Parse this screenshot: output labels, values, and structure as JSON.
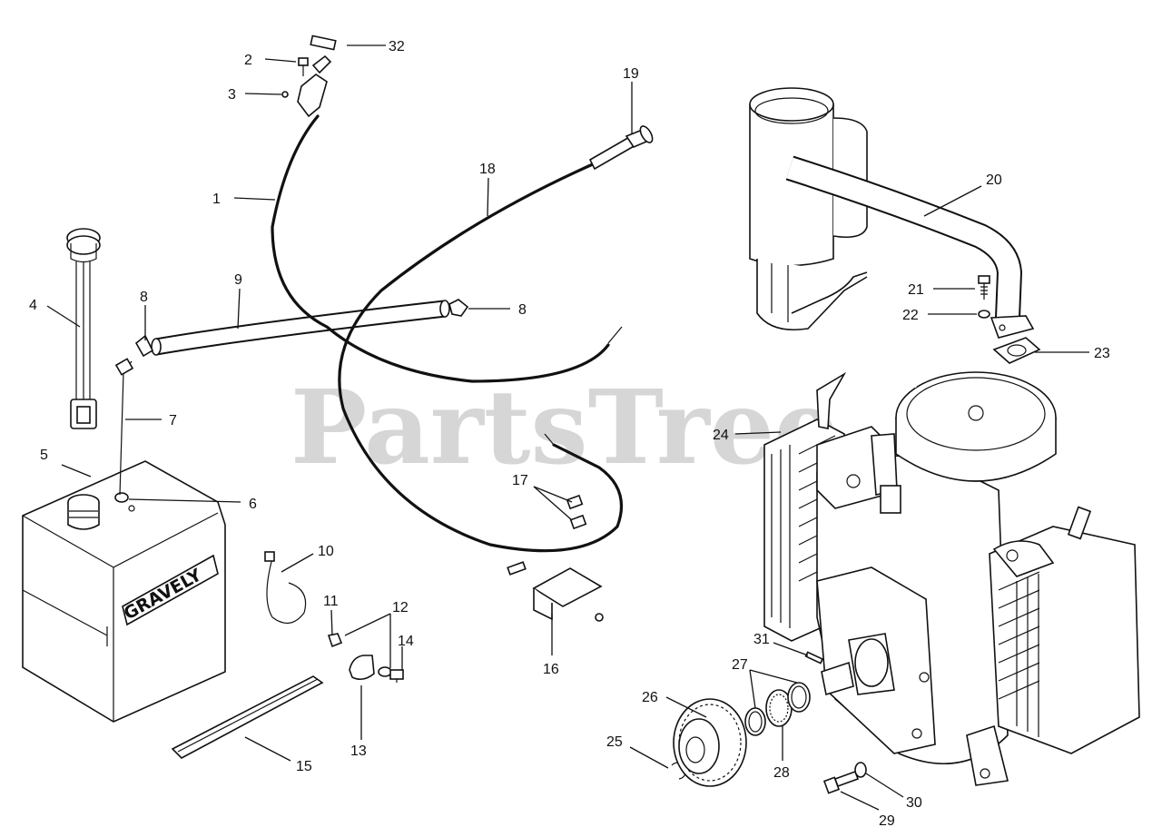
{
  "watermark": "PartsTree",
  "tank_logo": "GRAVELY",
  "callouts": [
    {
      "id": "c1",
      "text": "1"
    },
    {
      "id": "c2",
      "text": "2"
    },
    {
      "id": "c3",
      "text": "3"
    },
    {
      "id": "c4",
      "text": "4"
    },
    {
      "id": "c5",
      "text": "5"
    },
    {
      "id": "c6",
      "text": "6"
    },
    {
      "id": "c7",
      "text": "7"
    },
    {
      "id": "c8a",
      "text": "8"
    },
    {
      "id": "c8b",
      "text": "8"
    },
    {
      "id": "c9",
      "text": "9"
    },
    {
      "id": "c10",
      "text": "10"
    },
    {
      "id": "c11",
      "text": "11"
    },
    {
      "id": "c12",
      "text": "12"
    },
    {
      "id": "c13",
      "text": "13"
    },
    {
      "id": "c14",
      "text": "14"
    },
    {
      "id": "c15",
      "text": "15"
    },
    {
      "id": "c16",
      "text": "16"
    },
    {
      "id": "c17",
      "text": "17"
    },
    {
      "id": "c18",
      "text": "18"
    },
    {
      "id": "c19",
      "text": "19"
    },
    {
      "id": "c20",
      "text": "20"
    },
    {
      "id": "c21",
      "text": "21"
    },
    {
      "id": "c22",
      "text": "22"
    },
    {
      "id": "c23",
      "text": "23"
    },
    {
      "id": "c24",
      "text": "24"
    },
    {
      "id": "c25",
      "text": "25"
    },
    {
      "id": "c26",
      "text": "26"
    },
    {
      "id": "c27",
      "text": "27"
    },
    {
      "id": "c28",
      "text": "28"
    },
    {
      "id": "c29",
      "text": "29"
    },
    {
      "id": "c30",
      "text": "30"
    },
    {
      "id": "c31",
      "text": "31"
    },
    {
      "id": "c32",
      "text": "32"
    }
  ]
}
